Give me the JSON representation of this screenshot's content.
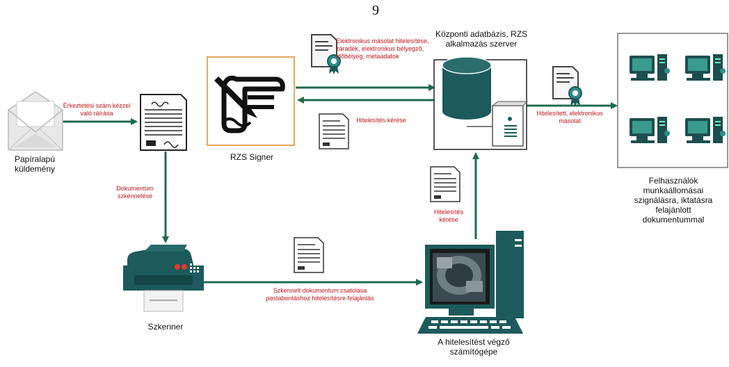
{
  "page_number": "9",
  "nodes": {
    "mail": "Papíralapú küldemény",
    "signer": "RZS Signer",
    "server": "Központi adatbázis, RZS alkalmazás szerver",
    "workstations": "Felhasználók munkaállomásai szignálásra, iktatásra felajánlott dokumentummal",
    "scanner": "Szkenner",
    "computer": "A hitelesítést végző számítógépe"
  },
  "edge_labels": {
    "mail_to_doc": "Érkeztetési szám kézzel való ráírása",
    "doc_to_scanner": "Dokumentum szkennelése",
    "server_to_signer": "Elektronikus másolat hitelesítése, záradék, elektronikus bélyegző, időbélyeg, metaadatok",
    "signer_to_server": "Hitelesítés kérése",
    "server_to_workstations": "Hitelesített, elektronikus másolat",
    "computer_to_server": "Hitelesítés kérése",
    "scanner_to_computer": "Szkennelt dokumentum csatolása postabontáshoz hitelesítésre felajánlás"
  },
  "colors": {
    "arrow": "#1f6b4f",
    "dark_teal": "#1d5a5b",
    "signer_border": "#e08a2a",
    "red_text": "#c0141c"
  },
  "icons": [
    "envelope-icon",
    "document-icon",
    "signer-pen-icon",
    "database-icon",
    "server-tower-icon",
    "certificate-icon",
    "workstation-icon",
    "scanner-icon",
    "computer-icon"
  ]
}
